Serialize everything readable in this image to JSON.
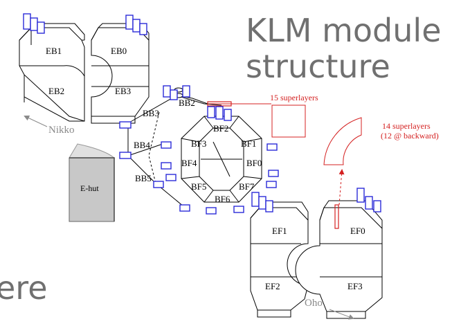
{
  "slide": {
    "title_line1": "KLM module",
    "title_line2": "structure",
    "partial_text": "ere"
  },
  "endcap_backward": {
    "labels": [
      "EB1",
      "EB0",
      "EB2",
      "EB3"
    ]
  },
  "endcap_forward": {
    "labels": [
      "EF1",
      "EF0",
      "EF2",
      "EF3"
    ]
  },
  "barrel": {
    "outer_labels": [
      "BB2",
      "BB3",
      "BB4",
      "BB5"
    ],
    "front_labels": [
      "BF2",
      "BF3",
      "BF1",
      "BF4",
      "BF0",
      "BF5",
      "BF7",
      "BF6"
    ]
  },
  "annotations": {
    "barrel_superlayers": "15 superlayers",
    "endcap_superlayers_line1": "14 superlayers",
    "endcap_superlayers_line2": "(12 @ backward)",
    "nikko": "Nikko",
    "oho": "Oho",
    "ehut": "E-hut"
  },
  "colors": {
    "title": "#707070",
    "annotation": "#d42020",
    "connector": "#2a2ad8",
    "hut": "#c8c8c8",
    "direction": "#8a8a8a"
  }
}
